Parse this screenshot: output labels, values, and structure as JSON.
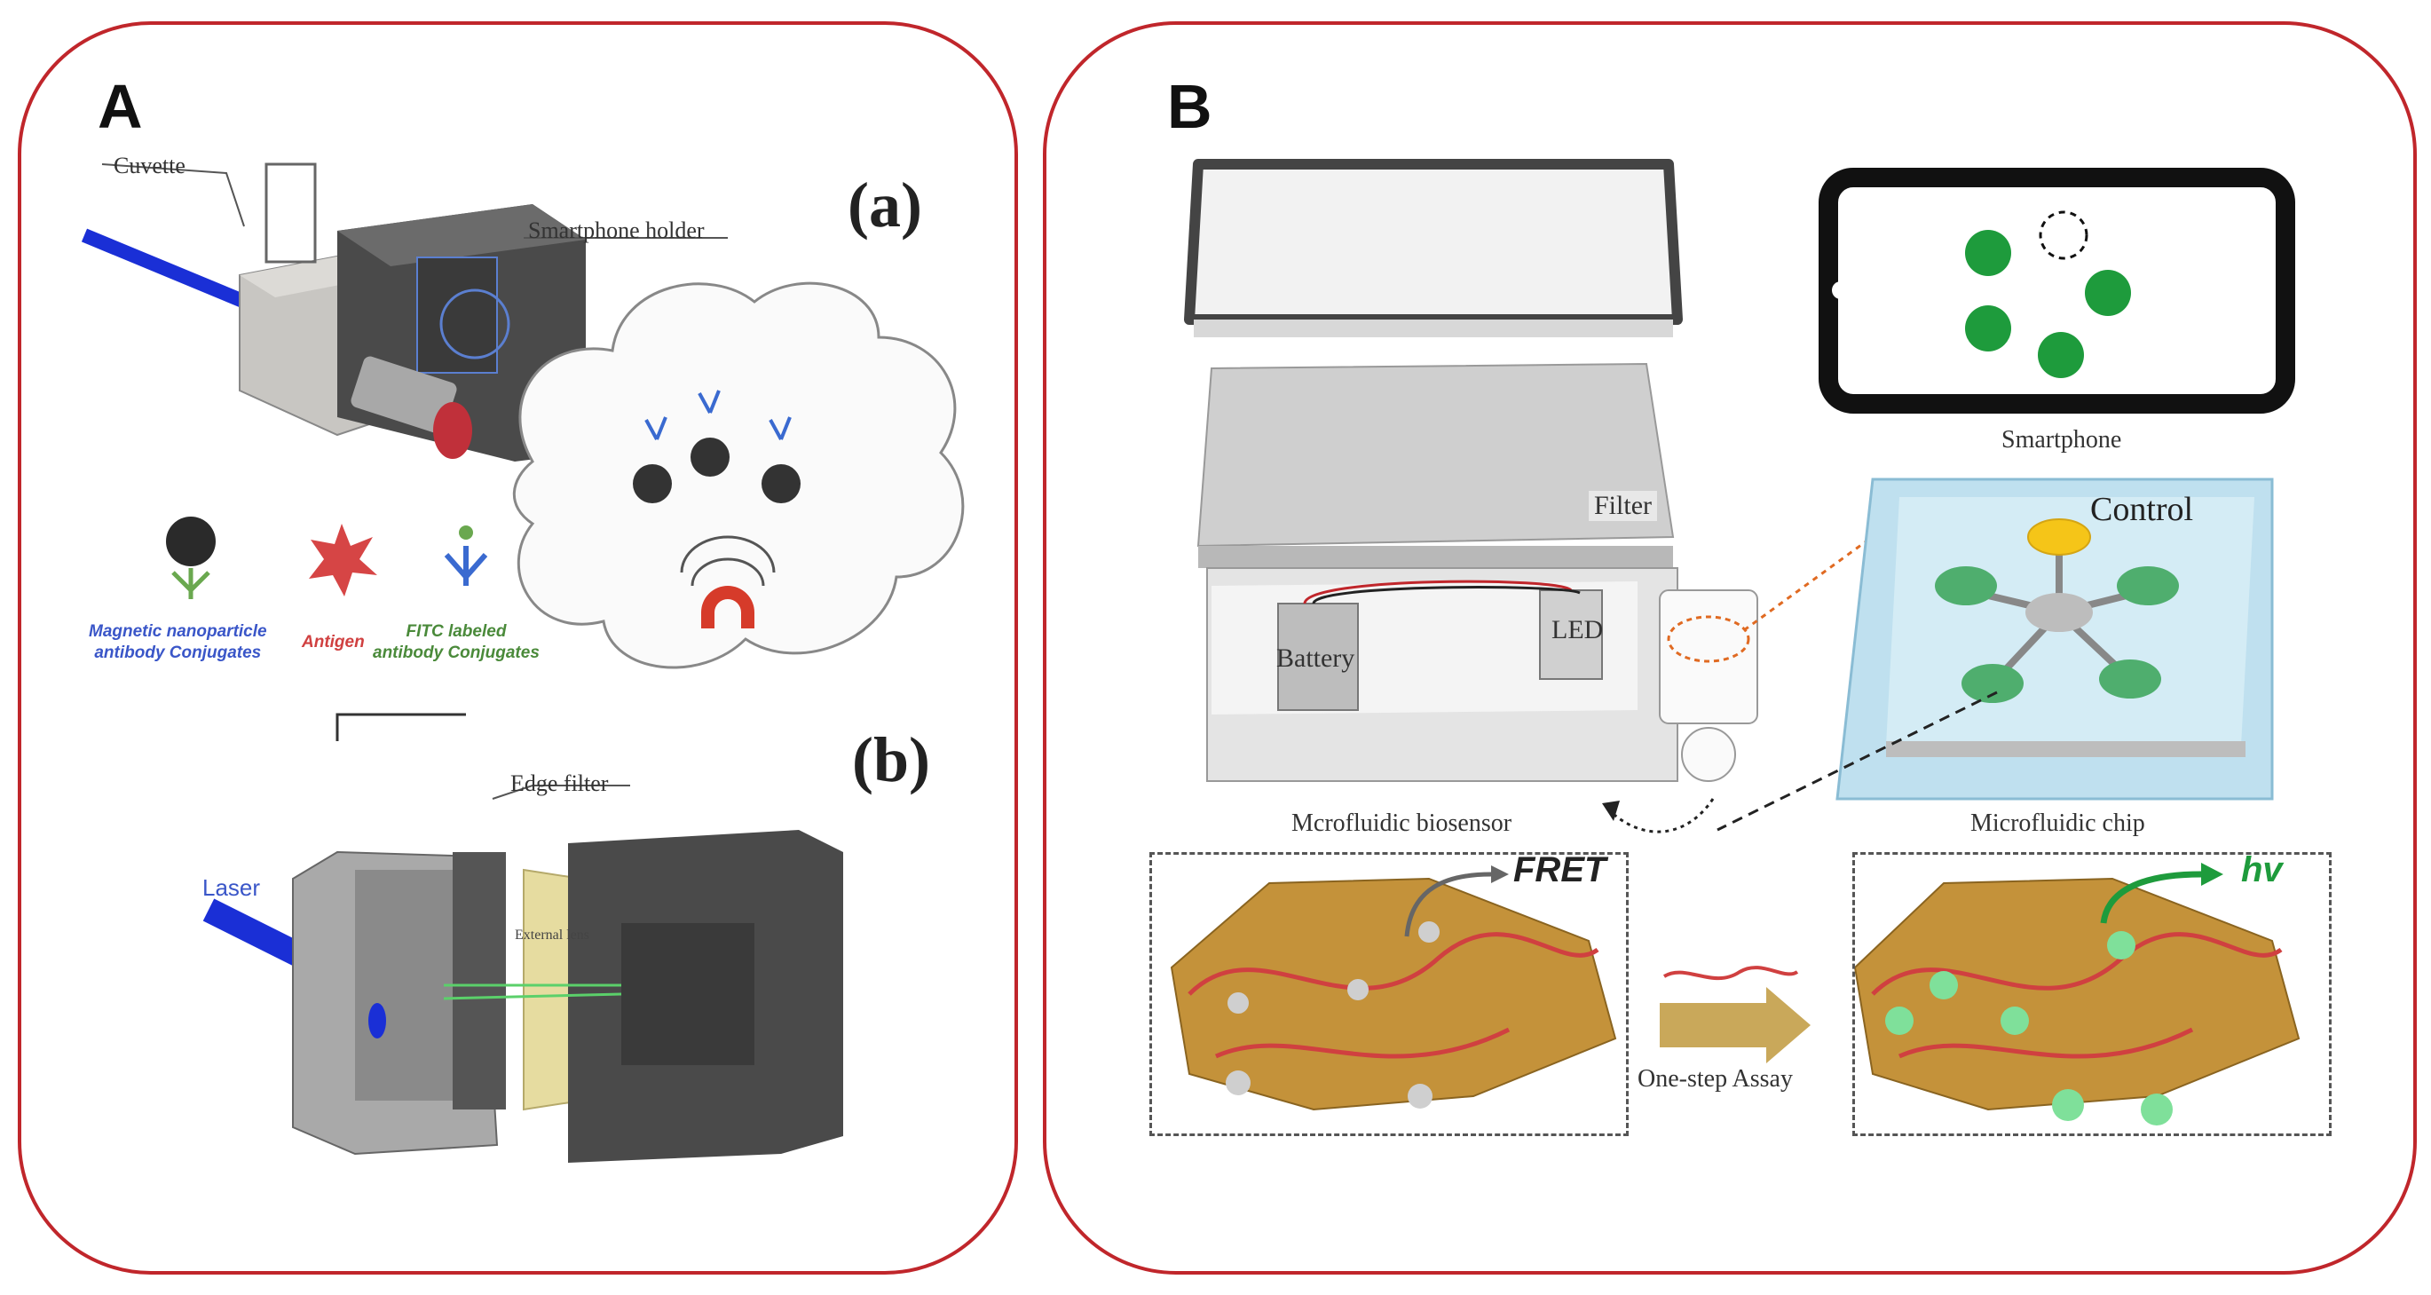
{
  "panel_a": {
    "label": "A",
    "sub_a": "(a)",
    "sub_b": "(b)",
    "cuvette": "Cuvette",
    "smartphone_holder": "Smartphone holder",
    "legend_nanoparticle": [
      "Magnetic nanoparticle",
      "antibody Conjugates"
    ],
    "legend_antigen": "Antigen",
    "legend_fitc": [
      "FITC labeled",
      "antibody Conjugates"
    ],
    "edge_filter": "Edge  filter",
    "laser": "Laser",
    "external_lens": "External lens"
  },
  "panel_b": {
    "label": "B",
    "filter": "Filter",
    "battery": "Battery",
    "led": "LED",
    "smartphone": "Smartphone",
    "control": "Control",
    "biosensor": "Mcrofluidic biosensor",
    "chip": "Microfluidic chip",
    "fret": "FRET",
    "assay": "One-step Assay",
    "hv": "hv"
  },
  "colors": {
    "border": "#c0262b",
    "green_dot": "#1e9b3c",
    "laser_blue": "#1a2fd6",
    "holder_gray": "#4a4a4a",
    "lens_yellow": "#e6dca0",
    "graphene": "#b8862f"
  }
}
